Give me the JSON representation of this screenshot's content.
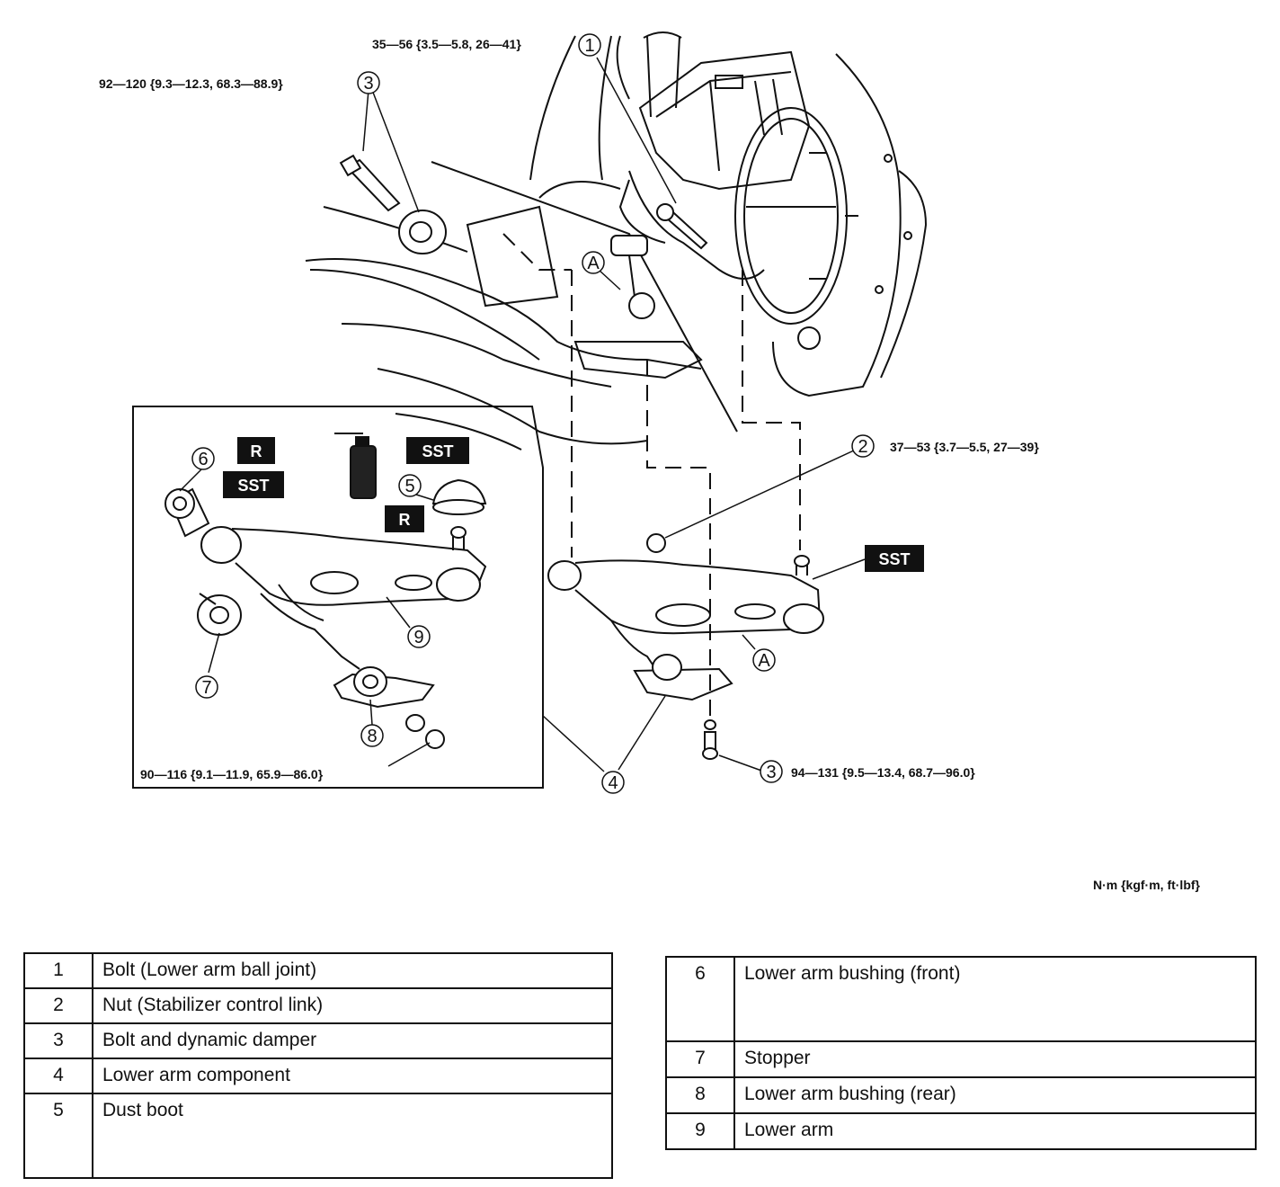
{
  "torque_specs": {
    "bolt_ball_joint": "35—56 {3.5—5.8, 26—41}",
    "bolt_damper_top": "92—120 {9.3—12.3, 68.3—88.9}",
    "nut_stabilizer": "37—53 {3.7—5.5, 27—39}",
    "nut_bushing_rear": "90—116 {9.1—11.9, 65.9—86.0}",
    "bolt_damper_bottom": "94—131 {9.5—13.4, 68.7—96.0}"
  },
  "callouts": {
    "n1": "1",
    "n2": "2",
    "n3": "3",
    "n4": "4",
    "n5": "5",
    "n6": "6",
    "n7": "7",
    "n8": "8",
    "n9": "9",
    "a": "A"
  },
  "badges": {
    "sst": "SST",
    "r": "R"
  },
  "units": "N·m {kgf·m, ft·lbf}",
  "legend_left": [
    {
      "num": "1",
      "label": "Bolt (Lower arm ball joint)"
    },
    {
      "num": "2",
      "label": "Nut (Stabilizer control link)"
    },
    {
      "num": "3",
      "label": "Bolt and dynamic damper"
    },
    {
      "num": "4",
      "label": "Lower arm component"
    },
    {
      "num": "5",
      "label": "Dust boot"
    }
  ],
  "legend_right": [
    {
      "num": "6",
      "label": "Lower arm bushing (front)"
    },
    {
      "num": "7",
      "label": "Stopper"
    },
    {
      "num": "8",
      "label": "Lower arm bushing (rear)"
    },
    {
      "num": "9",
      "label": "Lower arm"
    }
  ]
}
